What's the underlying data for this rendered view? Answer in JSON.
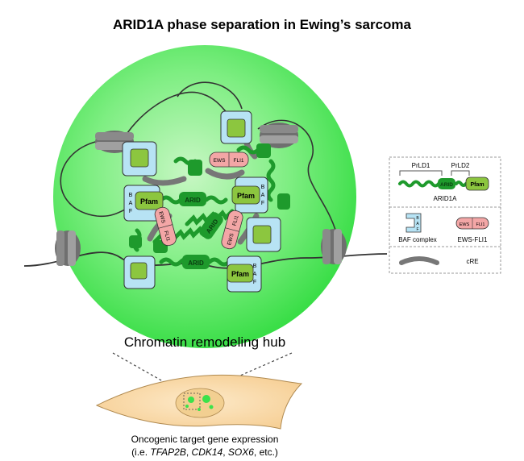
{
  "title": "ARID1A phase separation in Ewing’s sarcoma",
  "hub_label": "Chromatin remodeling hub",
  "caption": {
    "line1": "Oncogenic target gene expression",
    "line2_prefix": "(i.e. ",
    "gene1": "TFAP2B",
    "sep1": ", ",
    "gene2": "CDK14",
    "sep2": ", ",
    "gene3": "SOX6",
    "line2_suffix": ", etc.)"
  },
  "domains": {
    "arid": "ARID",
    "pfam": "Pfam",
    "baf_letters": [
      "B",
      "A",
      "F"
    ],
    "ews": "EWS",
    "fli1": "FLI1"
  },
  "legend": {
    "prld1": "PrLD1",
    "prld2": "PrLD2",
    "arid1a": "ARID1A",
    "baf_complex": "BAF complex",
    "ews_fli1": "EWS-FLI1",
    "cre": "cRE"
  },
  "colors": {
    "condensate": "#3be24a",
    "arid1a_chain": "#1e9a2c",
    "pfam": "#8cc63f",
    "baf_box": "#b7e3f4",
    "ews_fli1": "#f3a6a6",
    "nucleosome": "#8a8a8a",
    "cell": "#f9d9a8"
  }
}
